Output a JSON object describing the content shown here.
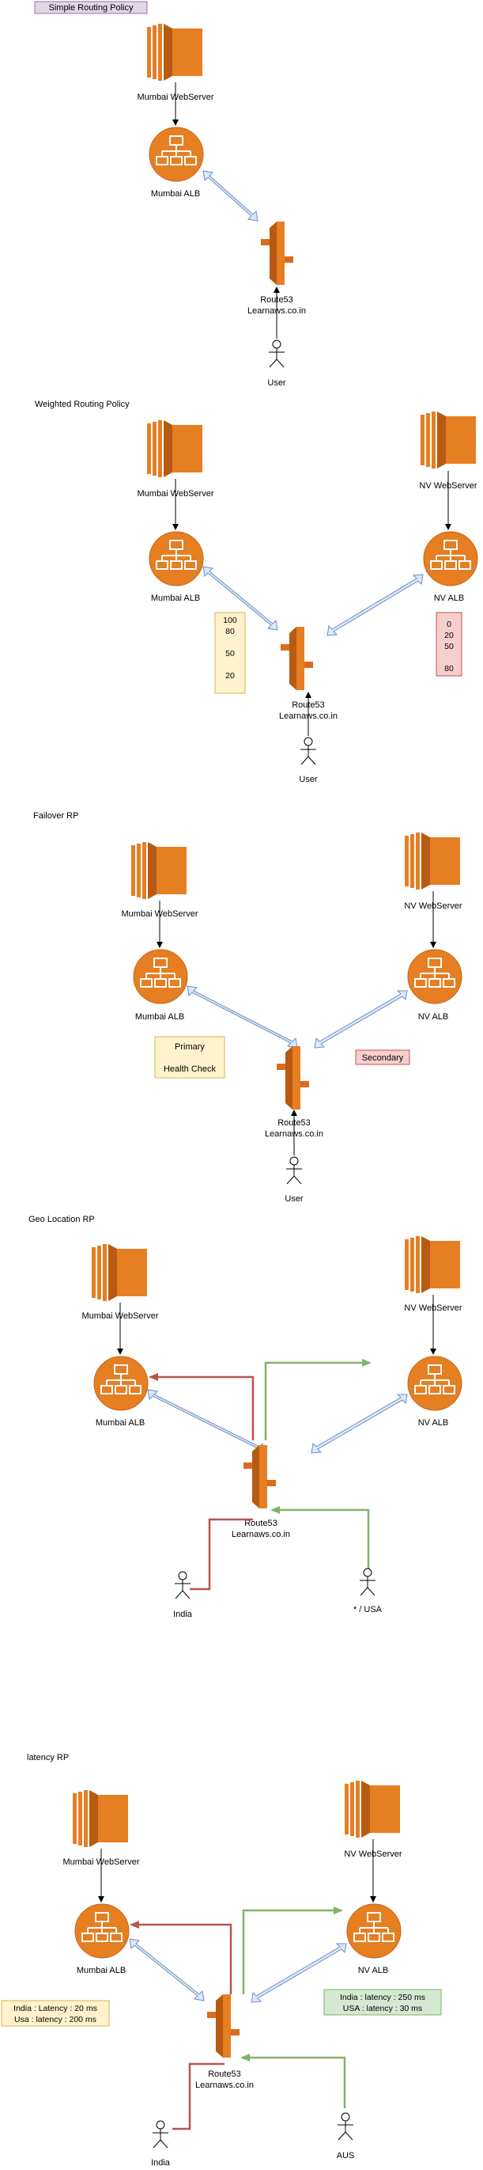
{
  "colors": {
    "aws_orange": "#E67E22",
    "aws_orange_dark": "#B85A12",
    "aws_orange_mid": "#D96C1E",
    "arrow_blue_fill": "#DAE8FC",
    "arrow_blue_stroke": "#6C8EBF",
    "geo_red": "#B85450",
    "geo_green": "#82B366",
    "weight_fill": "#FFF2CC",
    "weight_stroke": "#D6B656",
    "secondary_fill": "#F8CECC",
    "secondary_stroke": "#B85450",
    "header_fill": "#E1D5E7",
    "header_stroke": "#9673A6",
    "latency_green_fill": "#D5E8D4"
  },
  "simple": {
    "title": "Simple Routing Policy",
    "server_label": "Mumbai WebServer",
    "alb_label": "Mumbai ALB",
    "route53_label": "Route53",
    "domain_label": "Learnaws.co.in",
    "user_label": "User"
  },
  "weighted": {
    "title": "Weighted Routing Policy",
    "mumbai_server_label": "Mumbai WebServer",
    "nv_server_label": "NV WebServer",
    "mumbai_alb_label": "Mumbai ALB",
    "nv_alb_label": "NV ALB",
    "mumbai_weights": [
      "100",
      "80",
      "50",
      "20"
    ],
    "nv_weights": [
      "0",
      "20",
      "50",
      "80"
    ],
    "route53_label": "Route53",
    "domain_label": "Learnaws.co.in",
    "user_label": "User"
  },
  "failover": {
    "title": "Failover RP",
    "mumbai_server_label": "Mumbai WebServer",
    "nv_server_label": "NV WebServer",
    "mumbai_alb_label": "Mumbai ALB",
    "nv_alb_label": "NV ALB",
    "primary_label": "Primary",
    "health_check_label": "Health Check",
    "secondary_label": "Secondary",
    "route53_label": "Route53",
    "domain_label": "Learnaws.co.in",
    "user_label": "User"
  },
  "geo": {
    "title": "Geo Location RP",
    "mumbai_server_label": "Mumbai WebServer",
    "nv_server_label": "NV WebServer",
    "mumbai_alb_label": "Mumbai ALB",
    "nv_alb_label": "NV ALB",
    "route53_label": "Route53",
    "domain_label": "Learnaws.co.in",
    "india_user_label": "India",
    "usa_user_label": "* / USA"
  },
  "latency": {
    "title": "latency RP",
    "mumbai_server_label": "Mumbai WebServer",
    "nv_server_label": "NV WebServer",
    "mumbai_alb_label": "Mumbai ALB",
    "nv_alb_label": "NV ALB",
    "mumbai_latency_line1": "India : Latency : 20 ms",
    "mumbai_latency_line2": "Usa : latency : 200 ms",
    "nv_latency_line1": "India : latency : 250 ms",
    "nv_latency_line2": "USA : latency : 30 ms",
    "route53_label": "Route53",
    "domain_label": "Learnaws.co.in",
    "india_user_label": "India",
    "aus_user_label": "AUS"
  }
}
